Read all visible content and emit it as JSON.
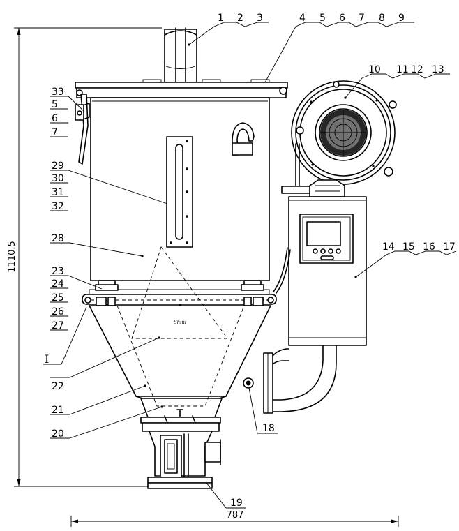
{
  "dimensions": {
    "height_value": "1110.5",
    "width_value": "787"
  },
  "callouts": {
    "c1_3": [
      "1",
      "2",
      "3"
    ],
    "c4_9": [
      "4",
      "5",
      "6",
      "7",
      "8",
      "9"
    ],
    "c10_13": [
      "10",
      "11",
      "12",
      "13"
    ],
    "c14_17": [
      "14",
      "15",
      "16",
      "17"
    ],
    "c33_7": [
      "33",
      "5",
      "6",
      "7"
    ],
    "c29_32": [
      "29",
      "30",
      "31",
      "32"
    ],
    "c28": "28",
    "c23_27": [
      "23",
      "24",
      "25",
      "26",
      "27"
    ],
    "cI": "I",
    "c22": "22",
    "c21": "21",
    "c20": "20",
    "c18": "18",
    "c19": "19"
  },
  "panel_brand": "Shini"
}
